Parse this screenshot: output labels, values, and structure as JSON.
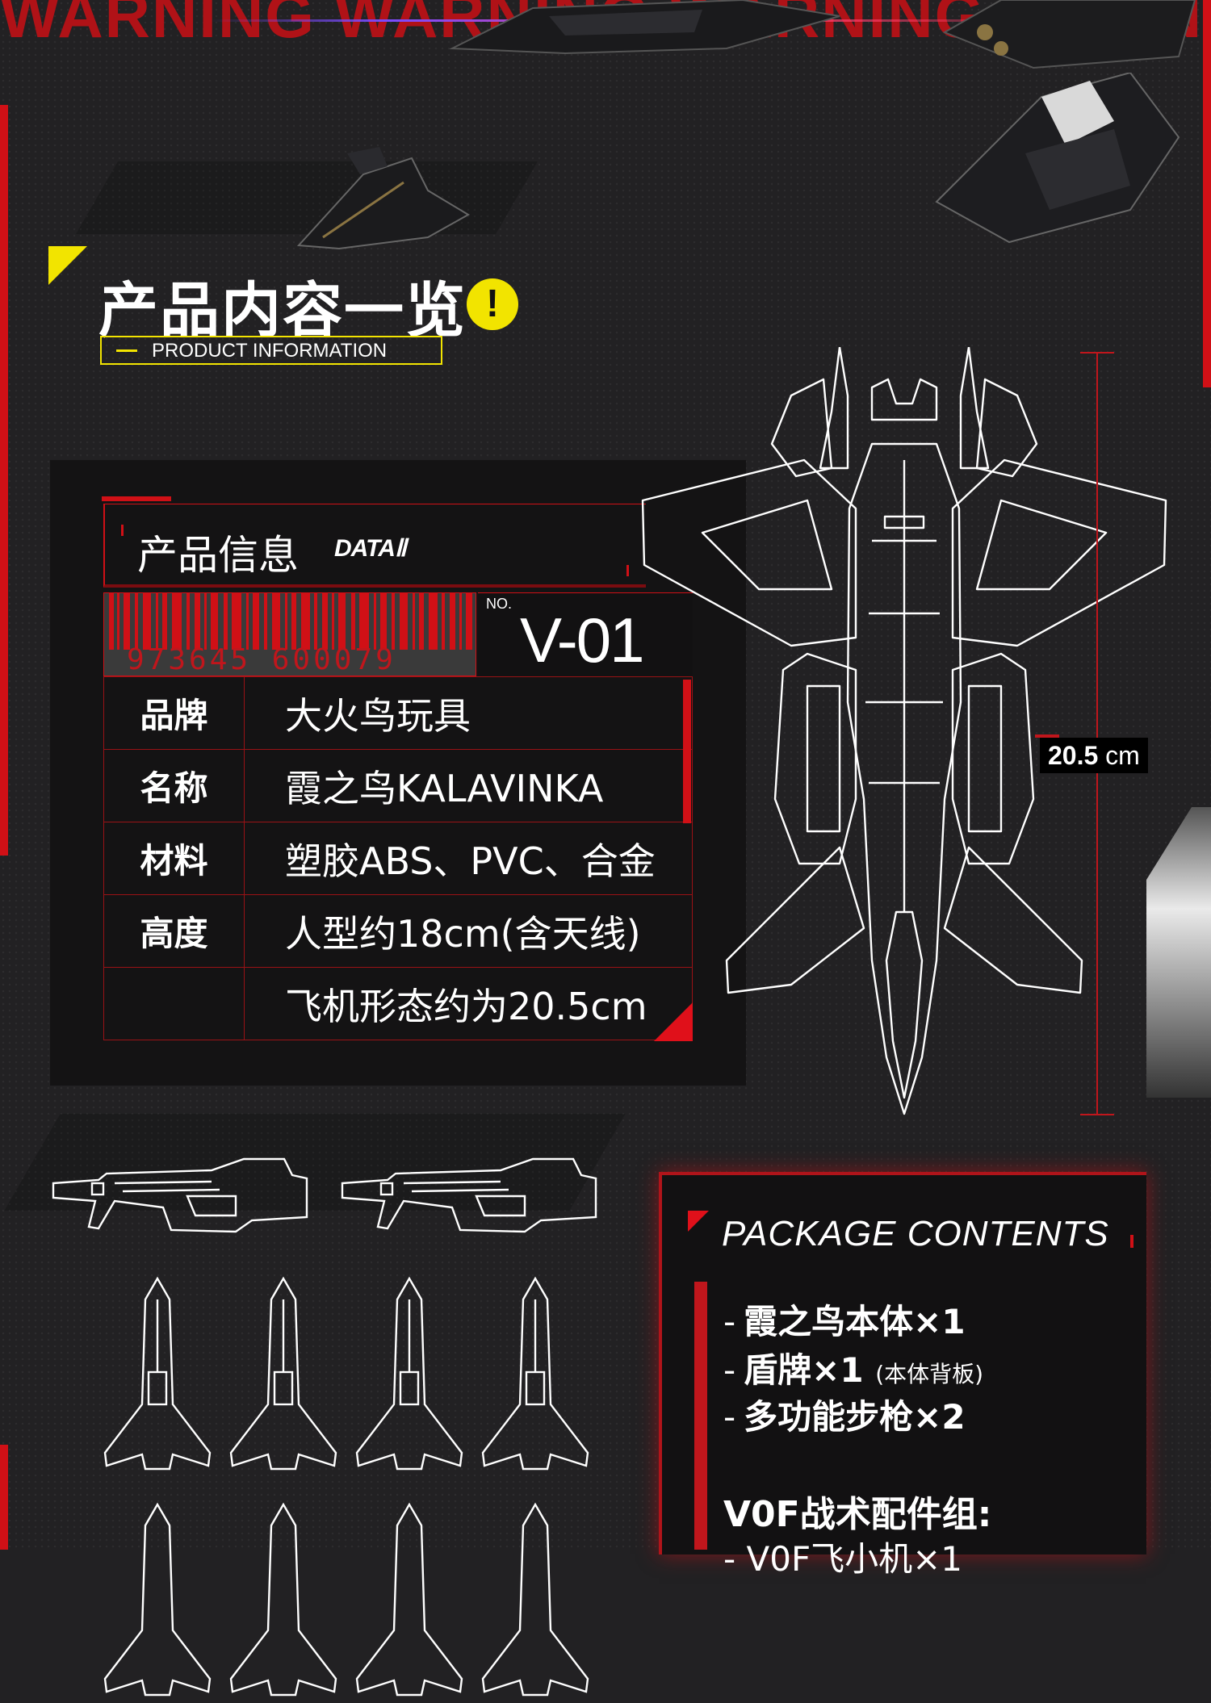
{
  "header": {
    "warning_text": "WARNING WARNING WARNING WARNING",
    "title_zh": "产品内容一览",
    "title_en": "PRODUCT INFORMATION",
    "alert_glyph": "!"
  },
  "info": {
    "title_zh": "产品信息",
    "title_en": "DATAⅡ",
    "barcode_number": "973645 600079",
    "no_label": "NO.",
    "model_no": "V-01",
    "rows": [
      {
        "key": "品牌",
        "value": "大火鸟玩具"
      },
      {
        "key": "名称",
        "value": "霞之鸟KALAVINKA"
      },
      {
        "key": "材料",
        "value": "塑胶ABS、PVC、合金"
      },
      {
        "key": "高度",
        "value": "人型约18cm(含天线)"
      },
      {
        "key": "",
        "value": "飞机形态约为20.5cm"
      }
    ]
  },
  "dimension": {
    "value": "20.5",
    "unit": "cm"
  },
  "package": {
    "title": "PACKAGE CONTENTS",
    "items": [
      {
        "dash": "-",
        "text": "霞之鸟本体×1",
        "note": ""
      },
      {
        "dash": "-",
        "text": "盾牌×1",
        "note": "(本体背板)"
      },
      {
        "dash": "-",
        "text": "多功能步枪×2",
        "note": ""
      }
    ],
    "group_title": "V0F战术配件组:",
    "group_next": "- V0F飞小机×1"
  },
  "colors": {
    "background": "#222123",
    "accent_red": "#d01016",
    "accent_yellow": "#f2e400",
    "panel": "#141314"
  },
  "icons": [
    "alert-icon",
    "barcode-icon",
    "jet-lineart",
    "rifle-lineart",
    "missile-lineart"
  ]
}
